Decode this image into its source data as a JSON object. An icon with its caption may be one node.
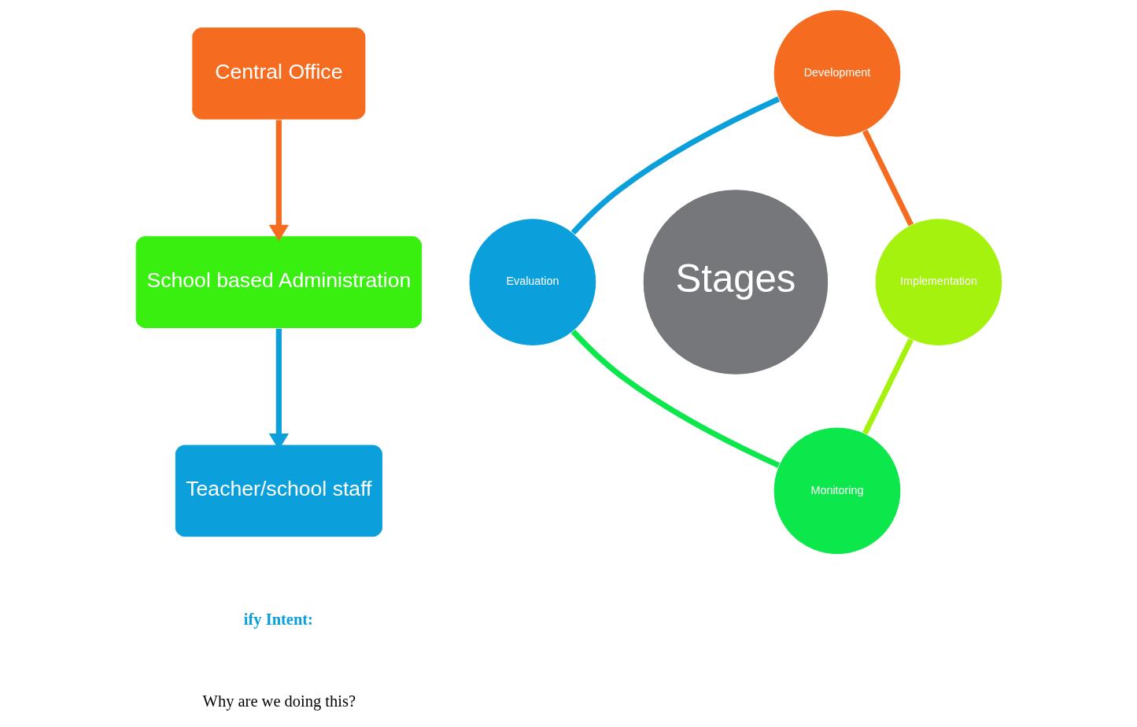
{
  "diagram": {
    "nodes": [
      {
        "text": [
          "Central Office"
        ]
      },
      {
        "text": [
          "School based Administration"
        ]
      },
      {
        "text": [
          "Teacher/school staff"
        ]
      },
      {
        "text": [
          "Development"
        ]
      },
      {
        "text": [
          "Evaluation"
        ]
      },
      {
        "text": [
          "Stages"
        ]
      },
      {
        "text": [
          "Implementation"
        ]
      },
      {
        "text": [
          "Monitoring"
        ]
      }
    ],
    "edges": [
      {
        "from": 0,
        "to": 1,
        "arrow": "to",
        "color": "#f56b1f"
      },
      {
        "from": 1,
        "to": 2,
        "arrow": "to",
        "color": "#0ba0dc"
      },
      {
        "from": 3,
        "to": 6,
        "arrow": "none",
        "color": "#f56b1f"
      },
      {
        "from": 6,
        "to": 7,
        "arrow": "none",
        "color": "#a6f20f"
      },
      {
        "from": 7,
        "to": 4,
        "arrow": "none",
        "color": "#0ce84c"
      },
      {
        "from": 4,
        "to": 3,
        "arrow": "none",
        "color": "#0ba0dc"
      }
    ],
    "labels": [
      "ify Intent:",
      "Why are we doing this?"
    ]
  }
}
